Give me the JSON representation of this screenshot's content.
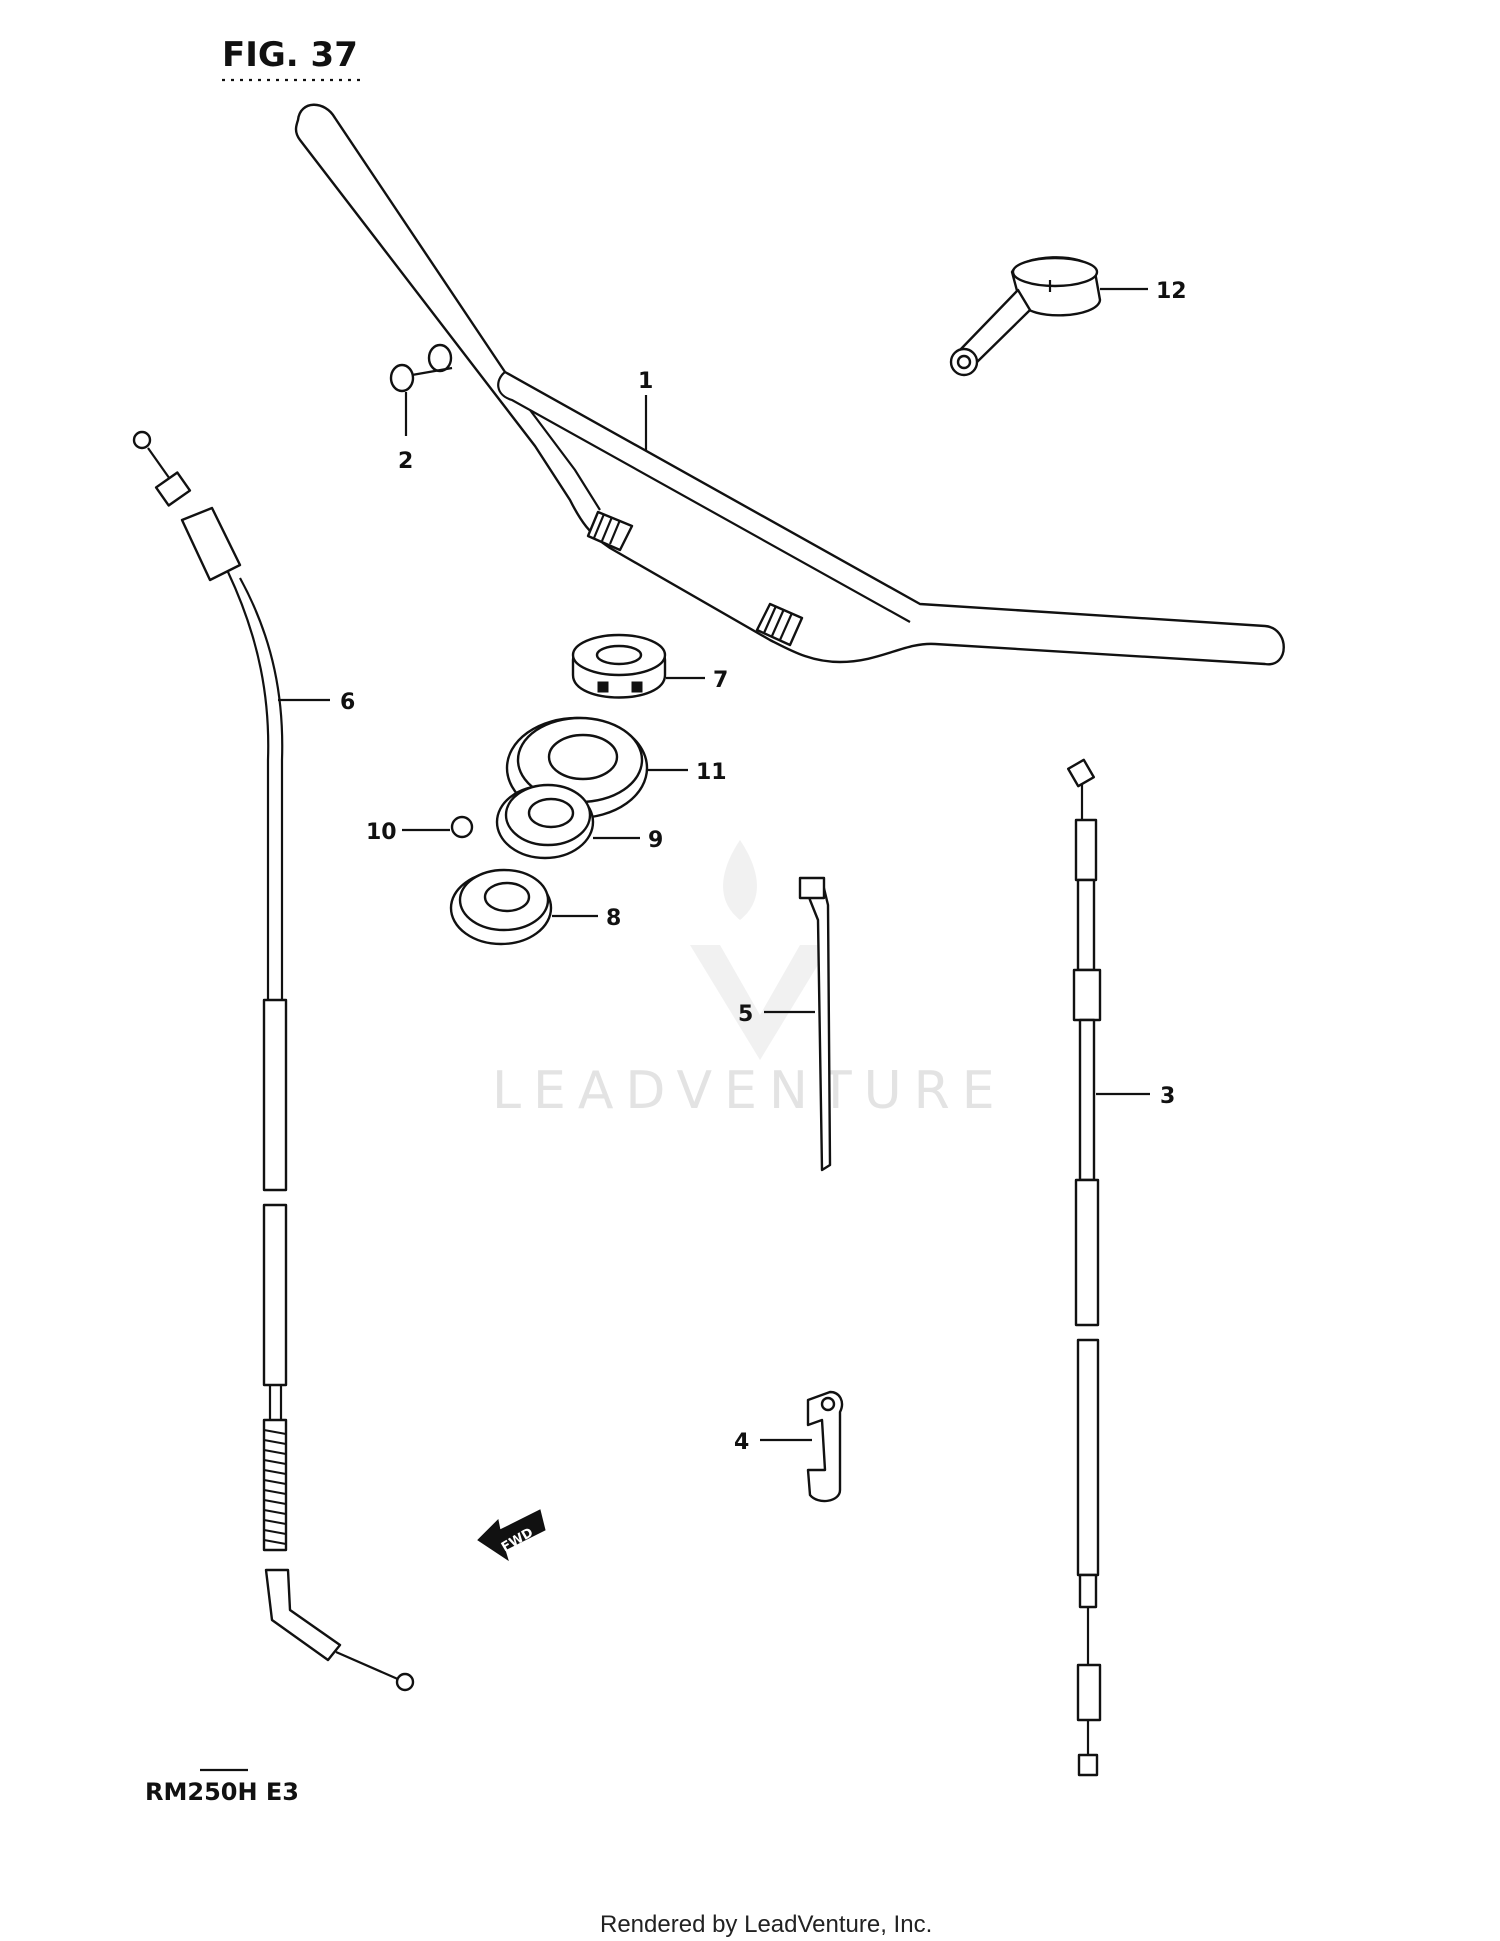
{
  "figure_title": "FIG. 37",
  "model_code": "RM250H E3",
  "watermark_text": "LEADVENTURE",
  "footer_text": "Rendered by LeadVenture, Inc.",
  "direction_label": "FWD",
  "callouts": [
    {
      "number": "1"
    },
    {
      "number": "2"
    },
    {
      "number": "3"
    },
    {
      "number": "4"
    },
    {
      "number": "5"
    },
    {
      "number": "6"
    },
    {
      "number": "7"
    },
    {
      "number": "8"
    },
    {
      "number": "9"
    },
    {
      "number": "10"
    },
    {
      "number": "11"
    },
    {
      "number": "12"
    }
  ],
  "colors": {
    "ink": "#111111",
    "paper": "#ffffff",
    "watermark": "#e3e3e3"
  }
}
